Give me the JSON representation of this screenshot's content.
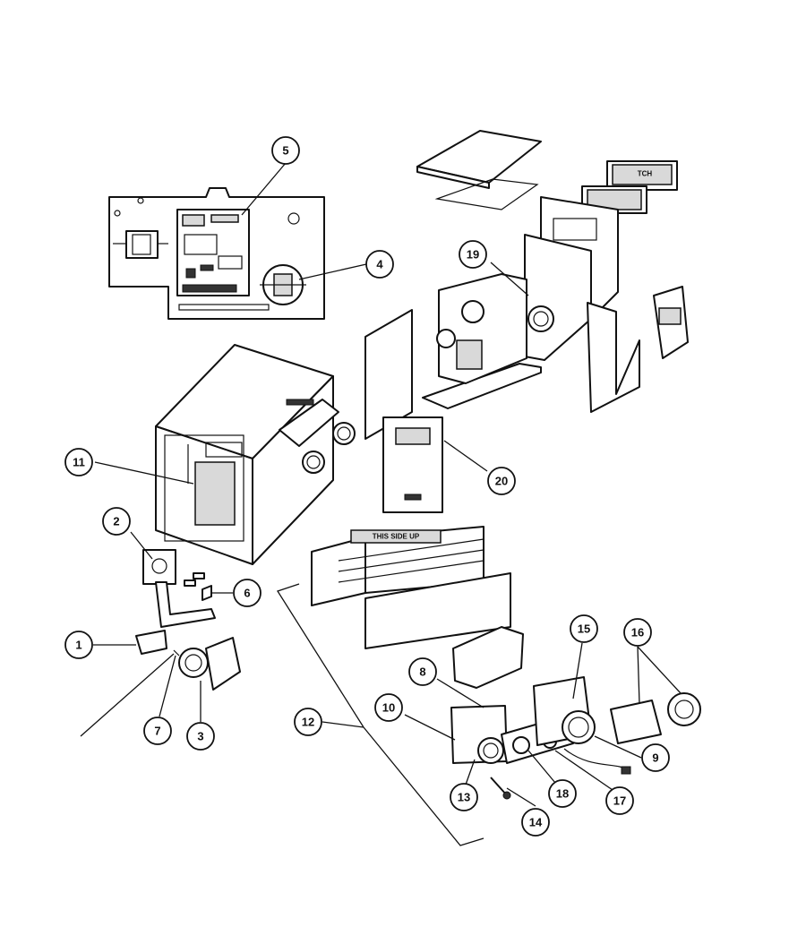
{
  "callouts": [
    {
      "id": "1",
      "label": "1"
    },
    {
      "id": "2",
      "label": "2"
    },
    {
      "id": "3",
      "label": "3"
    },
    {
      "id": "4",
      "label": "4"
    },
    {
      "id": "5",
      "label": "5"
    },
    {
      "id": "6",
      "label": "6"
    },
    {
      "id": "7",
      "label": "7"
    },
    {
      "id": "8",
      "label": "8"
    },
    {
      "id": "9",
      "label": "9"
    },
    {
      "id": "10",
      "label": "10"
    },
    {
      "id": "11",
      "label": "11"
    },
    {
      "id": "12",
      "label": "12"
    },
    {
      "id": "13",
      "label": "13"
    },
    {
      "id": "14",
      "label": "14"
    },
    {
      "id": "15",
      "label": "15"
    },
    {
      "id": "16",
      "label": "16"
    },
    {
      "id": "17",
      "label": "17"
    },
    {
      "id": "18",
      "label": "18"
    },
    {
      "id": "19",
      "label": "19"
    },
    {
      "id": "20",
      "label": "20"
    }
  ],
  "plate_labels": {
    "top_bezel": "TCH",
    "heat_exchanger": "THIS SIDE UP"
  }
}
